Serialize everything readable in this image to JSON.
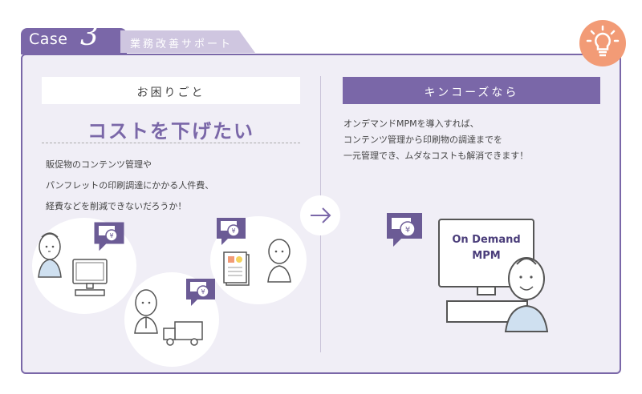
{
  "header": {
    "case_label": "Case",
    "case_number": "3",
    "subtitle": "業務改善サポート"
  },
  "problem": {
    "label": "お困りごと",
    "title": "コストを下げたい",
    "lines": [
      "販促物のコンテンツ管理や",
      "パンフレットの印刷調達にかかる人件費、",
      "経費などを削減できないだろうか！"
    ]
  },
  "solution": {
    "label": "キンコーズなら",
    "lines": [
      "オンデマンドMPMを導入すれば、",
      "コンテンツ管理から印刷物の調達までを",
      "一元管理でき、ムダなコストも解消できます！"
    ],
    "monitor_text_1": "On Demand",
    "monitor_text_2": "MPM"
  },
  "money_symbol": "¥",
  "colors": {
    "accent": "#7a67a8",
    "accent_light": "#cfc6e0",
    "background": "#f0eef6",
    "bulb": "#f29b76",
    "shirt": "#cfe0f0"
  }
}
